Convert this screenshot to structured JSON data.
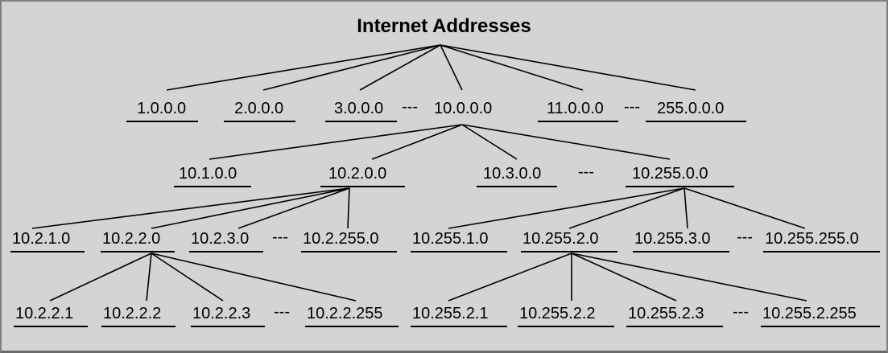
{
  "title": "Internet Addresses",
  "levels": [
    {
      "nodes": [
        "1.0.0.0",
        "2.0.0.0",
        "3.0.0.0",
        "10.0.0.0",
        "11.0.0.0",
        "255.0.0.0"
      ],
      "dashes": [
        "---",
        "---"
      ]
    },
    {
      "nodes": [
        "10.1.0.0",
        "10.2.0.0",
        "10.3.0.0",
        "10.255.0.0"
      ],
      "dashes": [
        "---"
      ]
    },
    {
      "nodes": [
        "10.2.1.0",
        "10.2.2.0",
        "10.2.3.0",
        "10.2.255.0",
        "10.255.1.0",
        "10.255.2.0",
        "10.255.3.0",
        "10.255.255.0"
      ],
      "dashes": [
        "---",
        "---"
      ]
    },
    {
      "nodes": [
        "10.2.2.1",
        "10.2.2.2",
        "10.2.2.3",
        "10.2.2.255",
        "10.255.2.1",
        "10.255.2.2",
        "10.255.2.3",
        "10.255.2.255"
      ],
      "dashes": [
        "---",
        "---"
      ]
    }
  ]
}
